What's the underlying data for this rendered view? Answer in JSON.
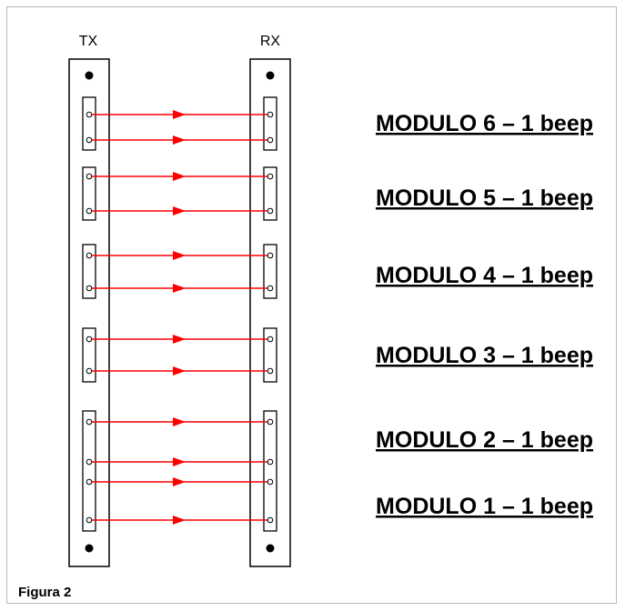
{
  "figure": {
    "caption": "Figura 2",
    "tx_label": "TX",
    "rx_label": "RX",
    "modules": [
      "MODULO 6 – 1 beep",
      "MODULO 5 – 1 beep",
      "MODULO 4 – 1 beep",
      "MODULO 3 – 1 beep",
      "MODULO 2 – 1 beep",
      "MODULO 1 – 1 beep"
    ]
  },
  "colors": {
    "beam": "#ff0000",
    "outline": "#000000",
    "frame_border": "#b8b8b8"
  }
}
